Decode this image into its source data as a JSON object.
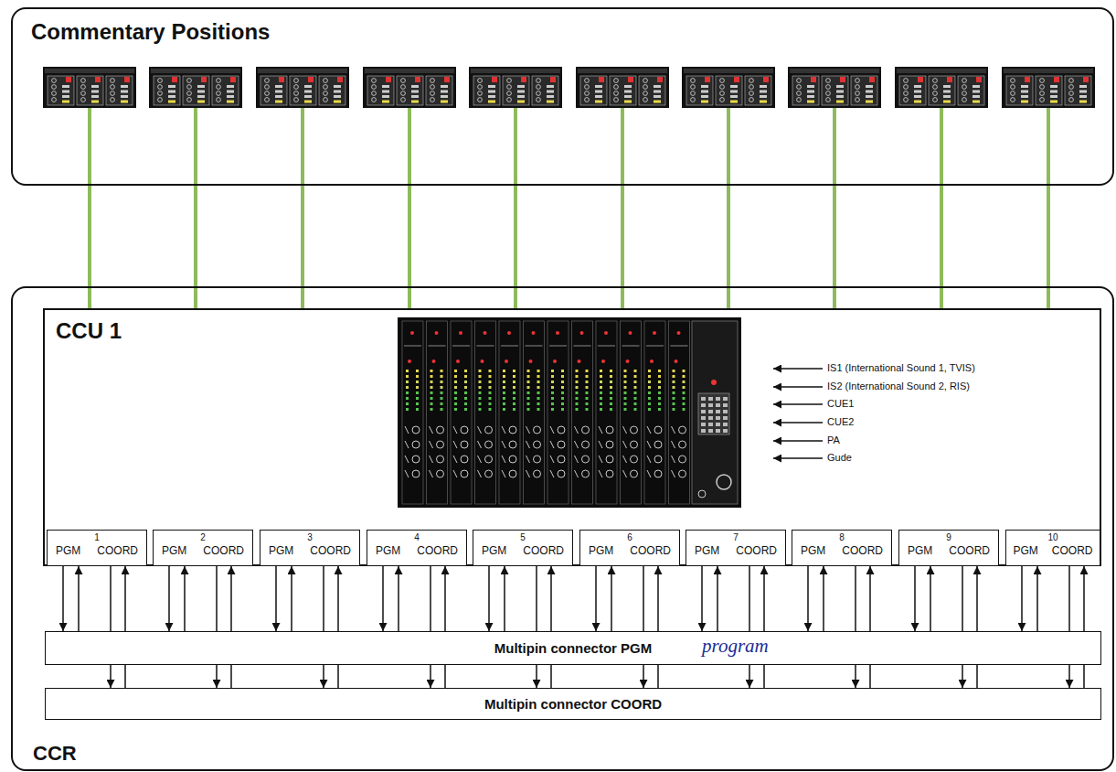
{
  "diagram": {
    "nodes": [
      {
        "text": [
          "Commentary Positions"
        ]
      },
      {
        "text": [
          "CCR"
        ]
      },
      {
        "text": [
          "CCU 1"
        ],
        "in": 1
      },
      {
        "text": [
          "1",
          "PGM",
          "COORD"
        ],
        "in": 2
      },
      {
        "text": [
          "2",
          "PGM",
          "COORD"
        ],
        "in": 2
      },
      {
        "text": [
          "3",
          "PGM",
          "COORD"
        ],
        "in": 2
      },
      {
        "text": [
          "4",
          "PGM",
          "COORD"
        ],
        "in": 2
      },
      {
        "text": [
          "5",
          "PGM",
          "COORD"
        ],
        "in": 2
      },
      {
        "text": [
          "6",
          "PGM",
          "COORD"
        ],
        "in": 2
      },
      {
        "text": [
          "7",
          "PGM",
          "COORD"
        ],
        "in": 2
      },
      {
        "text": [
          "8",
          "PGM",
          "COORD"
        ],
        "in": 2
      },
      {
        "text": [
          "9",
          "PGM",
          "COORD"
        ],
        "in": 2
      },
      {
        "text": [
          "10",
          "PGM",
          "COORD"
        ],
        "in": 2
      },
      {
        "text": [
          "Multipin connector PGM"
        ],
        "in": 1
      },
      {
        "text": [
          "Multipin connector COORD"
        ],
        "in": 1
      }
    ],
    "edges": [
      {
        "from": 0,
        "to": 2,
        "arrow": "none"
      },
      {
        "from": 0,
        "to": 2,
        "arrow": "none"
      },
      {
        "from": 0,
        "to": 2,
        "arrow": "none"
      },
      {
        "from": 0,
        "to": 2,
        "arrow": "none"
      },
      {
        "from": 0,
        "to": 2,
        "arrow": "none"
      },
      {
        "from": 0,
        "to": 2,
        "arrow": "none"
      },
      {
        "from": 0,
        "to": 2,
        "arrow": "none"
      },
      {
        "from": 0,
        "to": 2,
        "arrow": "none"
      },
      {
        "from": 0,
        "to": 2,
        "arrow": "none"
      },
      {
        "from": 0,
        "to": 2,
        "arrow": "none"
      },
      {
        "from": 3,
        "to": 13,
        "arrow": "to"
      },
      {
        "from": 13,
        "to": 3,
        "arrow": "to"
      },
      {
        "from": 3,
        "to": 14,
        "arrow": "to"
      },
      {
        "from": 14,
        "to": 3,
        "arrow": "to"
      },
      {
        "from": 4,
        "to": 13,
        "arrow": "to"
      },
      {
        "from": 13,
        "to": 4,
        "arrow": "to"
      },
      {
        "from": 4,
        "to": 14,
        "arrow": "to"
      },
      {
        "from": 14,
        "to": 4,
        "arrow": "to"
      },
      {
        "from": 5,
        "to": 13,
        "arrow": "to"
      },
      {
        "from": 13,
        "to": 5,
        "arrow": "to"
      },
      {
        "from": 5,
        "to": 14,
        "arrow": "to"
      },
      {
        "from": 14,
        "to": 5,
        "arrow": "to"
      },
      {
        "from": 6,
        "to": 13,
        "arrow": "to"
      },
      {
        "from": 13,
        "to": 6,
        "arrow": "to"
      },
      {
        "from": 6,
        "to": 14,
        "arrow": "to"
      },
      {
        "from": 14,
        "to": 6,
        "arrow": "to"
      },
      {
        "from": 7,
        "to": 13,
        "arrow": "to"
      },
      {
        "from": 13,
        "to": 7,
        "arrow": "to"
      },
      {
        "from": 7,
        "to": 14,
        "arrow": "to"
      },
      {
        "from": 14,
        "to": 7,
        "arrow": "to"
      },
      {
        "from": 8,
        "to": 13,
        "arrow": "to"
      },
      {
        "from": 13,
        "to": 8,
        "arrow": "to"
      },
      {
        "from": 8,
        "to": 14,
        "arrow": "to"
      },
      {
        "from": 14,
        "to": 8,
        "arrow": "to"
      },
      {
        "from": 9,
        "to": 13,
        "arrow": "to"
      },
      {
        "from": 13,
        "to": 9,
        "arrow": "to"
      },
      {
        "from": 9,
        "to": 14,
        "arrow": "to"
      },
      {
        "from": 14,
        "to": 9,
        "arrow": "to"
      },
      {
        "from": 10,
        "to": 13,
        "arrow": "to"
      },
      {
        "from": 13,
        "to": 10,
        "arrow": "to"
      },
      {
        "from": 10,
        "to": 14,
        "arrow": "to"
      },
      {
        "from": 14,
        "to": 10,
        "arrow": "to"
      },
      {
        "from": 11,
        "to": 13,
        "arrow": "to"
      },
      {
        "from": 13,
        "to": 11,
        "arrow": "to"
      },
      {
        "from": 11,
        "to": 14,
        "arrow": "to"
      },
      {
        "from": 14,
        "to": 11,
        "arrow": "to"
      },
      {
        "from": 12,
        "to": 13,
        "arrow": "to"
      },
      {
        "from": 13,
        "to": 12,
        "arrow": "to"
      },
      {
        "from": 12,
        "to": 14,
        "arrow": "to"
      },
      {
        "from": 14,
        "to": 12,
        "arrow": "to"
      }
    ],
    "labels": [
      "IS1 (International Sound 1, TVIS)",
      "IS2 (International Sound 2, RIS)",
      "CUE1",
      "CUE2",
      "PA",
      "Gude",
      "program"
    ]
  }
}
